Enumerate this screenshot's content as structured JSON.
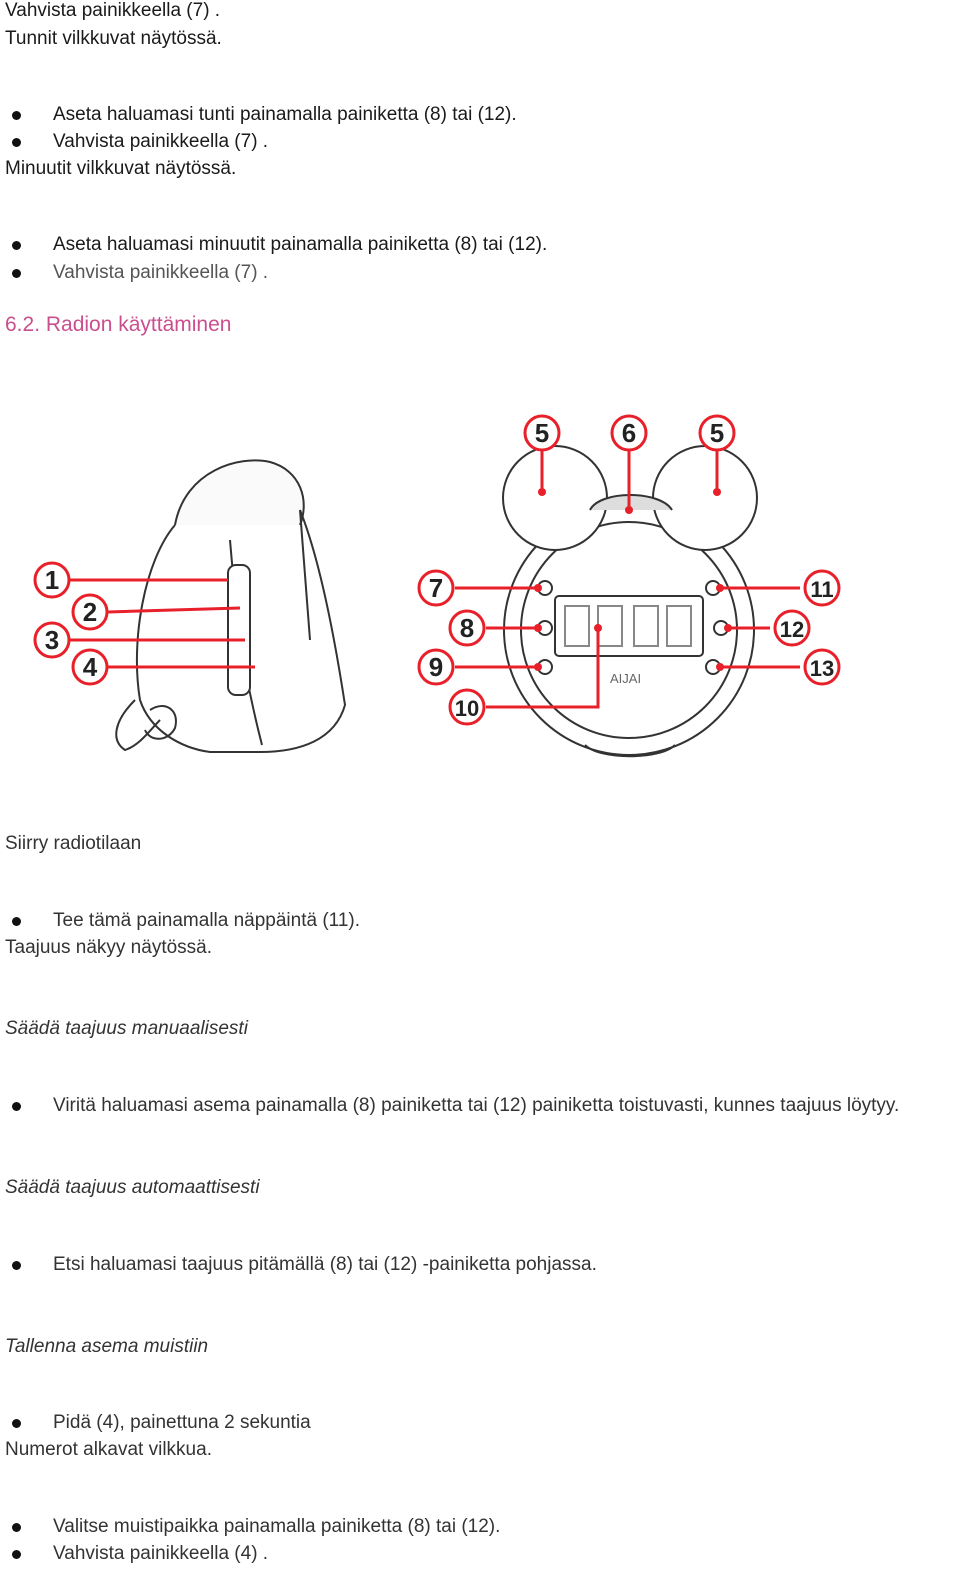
{
  "lines": {
    "l1": "Vahvista painikkeella (7) .",
    "l2": "Tunnit vilkkuvat näytössä.",
    "b1": "Aseta haluamasi tunti painamalla painiketta (8) tai (12).",
    "b2": "Vahvista painikkeella (7) .",
    "l3": "Minuutit vilkkuvat näytössä.",
    "b3": "Aseta haluamasi minuutit painamalla painiketta (8) tai (12).",
    "b4": "Vahvista painikkeella (7) .",
    "heading": "6.2. Radion käyttäminen",
    "l4": "Siirry radiotilaan",
    "b5": "Tee tämä painamalla näppäintä (11).",
    "l5": "Taajuus näkyy näytössä.",
    "h_manual": "Säädä taajuus manuaalisesti",
    "b6": "Viritä haluamasi asema painamalla (8) painiketta tai (12) painiketta toistuvasti, kunnes taajuus löytyy.",
    "h_auto": "Säädä taajuus automaattisesti",
    "b7": "Etsi haluamasi taajuus pitämällä (8) tai (12) -painiketta pohjassa.",
    "h_store": "Tallenna asema muistiin",
    "b8": "Pidä (4), painettuna 2 sekuntia",
    "l6": "Numerot alkavat vilkkua.",
    "b9": "Valitse muistipaikka painamalla painiketta (8) tai (12).",
    "b10": "Vahvista painikkeella (4) ."
  },
  "figure": {
    "callouts": [
      "1",
      "2",
      "3",
      "4",
      "5",
      "6",
      "5",
      "7",
      "8",
      "9",
      "10",
      "11",
      "12",
      "13"
    ],
    "brand": "AIJAI",
    "accent": "#e8202a"
  }
}
